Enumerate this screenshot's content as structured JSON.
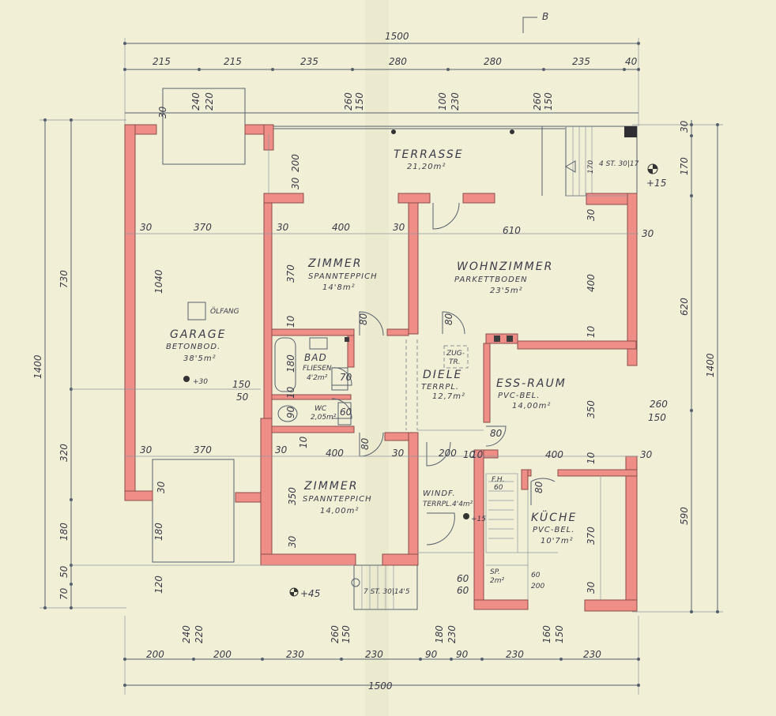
{
  "marker": "B",
  "overall": {
    "top": "1500",
    "bottom": "1500",
    "left": "1400",
    "right": "1400"
  },
  "top_segments": [
    "215",
    "215",
    "235",
    "280",
    "280",
    "235",
    "40"
  ],
  "top_openings": [
    {
      "a": "240",
      "b": "220"
    },
    {
      "a": "260",
      "b": "150"
    },
    {
      "a": "100",
      "b": "230"
    },
    {
      "a": "260",
      "b": "150"
    }
  ],
  "bottom_segments": [
    "200",
    "200",
    "230",
    "230",
    "90",
    "90",
    "230",
    "230"
  ],
  "bottom_openings": [
    {
      "a": "240",
      "b": "220"
    },
    {
      "a": "260",
      "b": "150"
    },
    {
      "a": "180",
      "b": "230"
    },
    {
      "a": "160",
      "b": "150"
    }
  ],
  "left_segments": [
    "730",
    "320",
    "180",
    "50",
    "70"
  ],
  "left_inner": [
    "1040",
    "180",
    "120"
  ],
  "right_segments": [
    "30",
    "170",
    "620",
    "590"
  ],
  "rooms": {
    "terrace": {
      "name": "TERRASSE",
      "area": "21,20m²"
    },
    "garage": {
      "name": "GARAGE",
      "floor": "BETONBOD.",
      "area": "38'5m²",
      "oil": "ÖLFANG",
      "level": "+30"
    },
    "room1": {
      "name": "ZIMMER",
      "floor": "SPANNTEPPICH",
      "area": "14'8m²"
    },
    "living": {
      "name": "WOHNZIMMER",
      "floor": "PARKETTBODEN",
      "area": "23'5m²"
    },
    "bath": {
      "name": "BAD",
      "floor": "FLIESEN",
      "area": "4'2m²"
    },
    "wc": {
      "name": "WC",
      "area": "2,05m²"
    },
    "hall": {
      "name": "DIELE",
      "floor": "TERRPL.",
      "area": "12,7m²",
      "tag1": "ZUG-",
      "tag2": "TR."
    },
    "dining": {
      "name": "ESS-RAUM",
      "floor": "PVC-BEL.",
      "area": "14,00m²"
    },
    "room2": {
      "name": "ZIMMER",
      "floor": "SPANNTEPPICH",
      "area": "14,00m²"
    },
    "windf": {
      "name": "WINDF.",
      "floor": "TERRPL.4'4m²",
      "level": "+15"
    },
    "kitchen": {
      "name": "KÜCHE",
      "floor": "PVC-BEL.",
      "area": "10'7m²"
    },
    "sp": {
      "name": "SP.",
      "area": "2m²"
    }
  },
  "stairs": {
    "upper": "4 ST. 30|17",
    "lower": "7 ST. 30|14'5",
    "upper_h": "170",
    "fh1": "F.H.",
    "fh2": "60"
  },
  "levels": {
    "outside_top": "+15",
    "outside_bottom": "+45"
  },
  "inner_dims": {
    "gar_30a": "30",
    "gar_370a": "370",
    "gar_30b": "30",
    "gar_370b": "370",
    "gar_30c": "30",
    "gar_150": "150",
    "gar_50": "50",
    "r1_30a": "30",
    "r1_400": "400",
    "r1_30b": "30",
    "r1_370": "370",
    "r1_10": "10",
    "liv_610": "610",
    "liv_30a": "30",
    "liv_30b": "30",
    "liv_400": "400",
    "liv_10": "10",
    "liv_30c": "30",
    "ter_200": "200",
    "ter_30": "30",
    "bath_180": "180",
    "bath_70": "70",
    "bath_10a": "10",
    "bath_10b": "10",
    "wc_90": "90",
    "wc_60": "60",
    "din_350": "350",
    "din_400": "400",
    "din_10a": "10",
    "din_10b": "10",
    "din_260": "260",
    "din_150": "150",
    "hall_200": "200",
    "hall_10": "10",
    "hall_80": "80",
    "r2_30a": "30",
    "r2_400": "400",
    "r2_30b": "30",
    "r2_350": "350",
    "r2_10": "10",
    "r2_30c": "30",
    "kit_370": "370",
    "kit_30": "30",
    "kit_80": "80",
    "kit_30b": "30",
    "door80a": "80",
    "door80b": "80",
    "door80c": "80",
    "door80d": "80",
    "sp_60a": "60",
    "sp_60b": "60",
    "sp_60c": "60",
    "sp_200": "200"
  }
}
